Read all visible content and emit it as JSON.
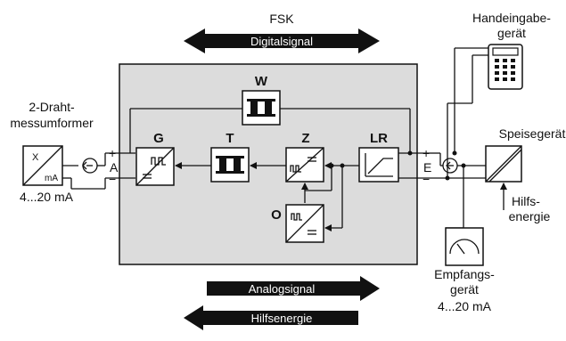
{
  "diagram": {
    "fsk_label": "FSK",
    "arrows": {
      "digital": "Digitalsignal",
      "analog": "Analogsignal",
      "auxiliary": "Hilfsenergie"
    },
    "transmitter": {
      "label_line1": "2-Draht-",
      "label_line2": "messumformer",
      "range": "4...20 mA",
      "x_symbol": "X",
      "ma_symbol": "mA"
    },
    "terminals": {
      "a": "A",
      "e": "E",
      "plus": "+",
      "minus": "−"
    },
    "blocks": {
      "w": "W",
      "g": "G",
      "t": "T",
      "z": "Z",
      "lr": "LR",
      "o": "O"
    },
    "handheld": {
      "line1": "Handeingabe-",
      "line2": "gerät"
    },
    "supply": {
      "label": "Speisegerät",
      "aux_line1": "Hilfs-",
      "aux_line2": "energie"
    },
    "receiver": {
      "line1": "Empfangs-",
      "line2": "gerät",
      "range": "4...20 mA"
    },
    "colors": {
      "panel": "#dcdcdc",
      "ink": "#111111",
      "background": "#ffffff"
    }
  }
}
